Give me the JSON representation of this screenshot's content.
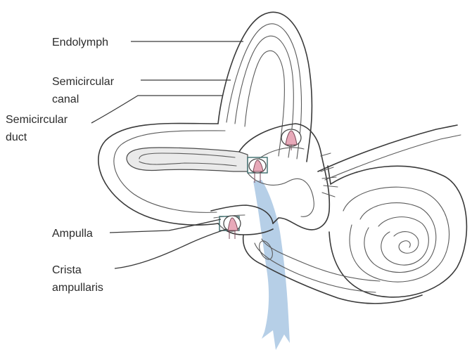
{
  "labels": {
    "endolymph": "Endolymph",
    "semicircular_canal_line1": "Semicircular",
    "semicircular_canal_line2": "canal",
    "semicircular_duct_line1": "Semicircular",
    "semicircular_duct_line2": "duct",
    "ampulla": "Ampulla",
    "crista_line1": "Crista",
    "crista_line2": "ampullaris"
  },
  "colors": {
    "outline": "#3a3a3a",
    "duct_fill": "#eaeaea",
    "crista_pink": "#e8a9b9",
    "nerve_blue": "#a9c7e3",
    "highlight_box": "#3b6b6b"
  }
}
